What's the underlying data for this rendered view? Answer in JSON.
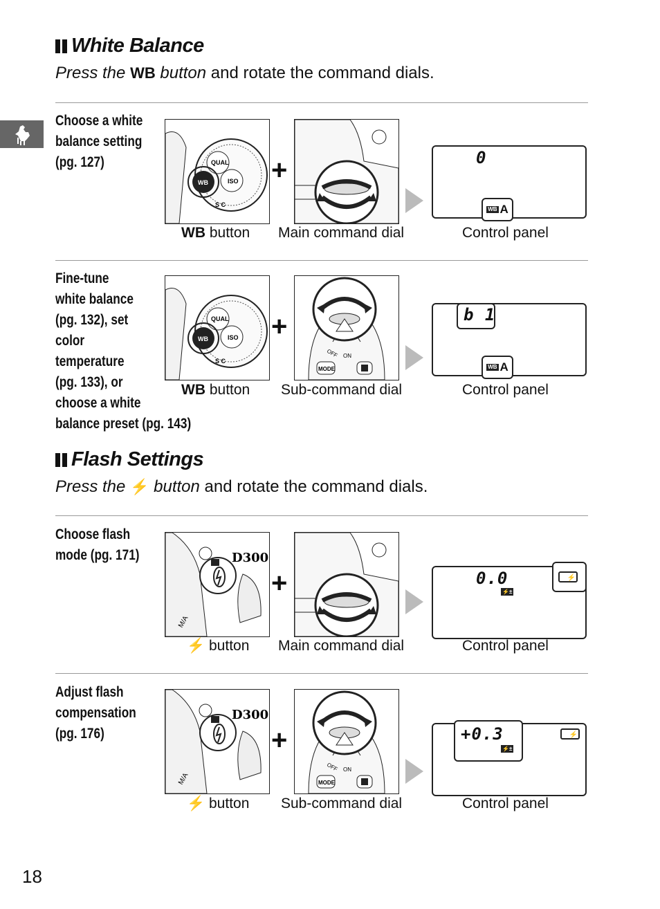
{
  "side_tab": {
    "icon": "rooster-icon"
  },
  "white_balance": {
    "title": "White Balance",
    "intro": {
      "press": "Press the",
      "button": "WB",
      "button_word": "button",
      "rest": "and rotate the command dials."
    },
    "rows": [
      {
        "text": "Choose a white balance setting (pg. 127)",
        "lines": [
          "Choose a white",
          "balance setting",
          "(pg. 127)"
        ],
        "button_caption_key": "WB",
        "button_caption_rest": "button",
        "dial_caption": "Main command dial",
        "panel_caption": "Control panel",
        "panel_value": "0",
        "badge_label": "WB",
        "badge_mode": "A"
      },
      {
        "lines": [
          "Fine-tune",
          "white balance",
          "(pg. 132), set",
          "color",
          "temperature",
          "(pg. 133), or",
          "choose a white",
          "balance preset (pg. 143)"
        ],
        "button_caption_key": "WB",
        "button_caption_rest": "button",
        "dial_caption": "Sub-command dial",
        "panel_caption": "Control panel",
        "panel_value": "b 1",
        "badge_label": "WB",
        "badge_mode": "A"
      }
    ]
  },
  "flash_settings": {
    "title": "Flash Settings",
    "intro": {
      "press": "Press the",
      "button_icon": "⚡",
      "button_word": "button",
      "rest": "and rotate the command dials."
    },
    "rows": [
      {
        "lines": [
          "Choose flash",
          "mode (pg. 171)"
        ],
        "button_caption_icon": "⚡",
        "button_caption_rest": "button",
        "dial_caption": "Main command dial",
        "panel_caption": "Control panel",
        "panel_value": "0.0"
      },
      {
        "lines": [
          "Adjust flash",
          "compensation",
          "(pg. 176)"
        ],
        "button_caption_icon": "⚡",
        "button_caption_rest": "button",
        "dial_caption": "Sub-command dial",
        "panel_caption": "Control panel",
        "panel_value": "+0.3"
      }
    ]
  },
  "page_number": "18"
}
